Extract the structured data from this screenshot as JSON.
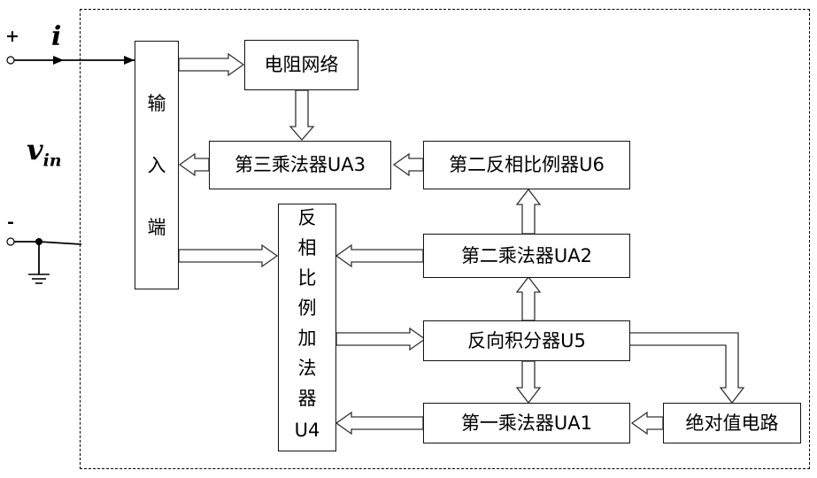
{
  "terminals": {
    "plus": "+",
    "minus": "-",
    "current_symbol": "i",
    "voltage_symbol": "v",
    "voltage_subscript": "in"
  },
  "blocks": {
    "input": [
      "输",
      "入",
      "端"
    ],
    "resistor_network": "电阻网络",
    "mult3": "第三乘法器UA3",
    "inv_amp2": "第二反相比例器U6",
    "adder": [
      "反",
      "相",
      "比",
      "例",
      "加",
      "法",
      "器",
      "U4"
    ],
    "mult2": "第二乘法器UA2",
    "integrator": "反向积分器U5",
    "mult1": "第一乘法器UA1",
    "abs": "绝对值电路"
  }
}
